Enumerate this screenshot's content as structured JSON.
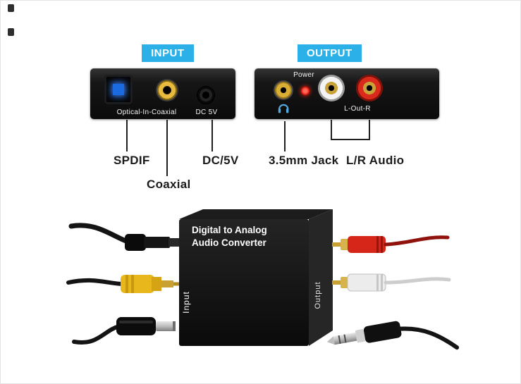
{
  "badges": {
    "input": "INPUT",
    "output": "OUTPUT"
  },
  "input_panel": {
    "ports": [
      "optical-port",
      "coaxial-port",
      "dc-port"
    ],
    "ports_label": "Optical-In-Coaxial",
    "dc_label": "DC 5V"
  },
  "output_panel": {
    "power_label": "Power",
    "ports": [
      "aux-3-5mm-port",
      "power-led",
      "rca-white-port",
      "rca-red-port"
    ],
    "out_label": "L-Out-R"
  },
  "callouts": {
    "spdif": "SPDIF",
    "coaxial": "Coaxial",
    "dc": "DC/5V",
    "jack": "3.5mm Jack",
    "lr": "L/R Audio"
  },
  "product": {
    "title_line1": "Digital to Analog",
    "title_line2": "Audio Converter",
    "input_side_label": "Input",
    "output_side_label": "Output"
  },
  "colors": {
    "badge_bg": "#2cb0e8",
    "gold": "#d9ae35",
    "rca_red": "#d62b1a",
    "rca_white": "#ececec",
    "coax_yellow": "#e8b71b",
    "led_red": "#e00b00",
    "optical_blue": "#1a6be0",
    "panel_black": "#111111"
  }
}
